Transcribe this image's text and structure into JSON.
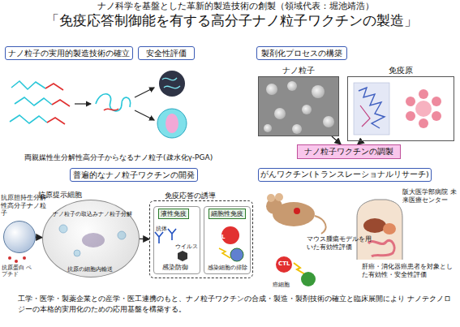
{
  "diagram": {
    "title": "「免疫応答制御能を有する高分子ナノ粒子ワクチンの製造」",
    "caption": "工学・医学・製薬企業との産学・医工連携のもと、ナノ粒子ワクチンの合成・製造・製剤技術の確立と臨床展開により ナノテクノロジーの本格的実用化のための応用基盤を構築する。",
    "nodes": [
      {
        "text": [
          "ナノ粒子の実用的製造技術の確立"
        ]
      },
      {
        "text": [
          "安全性評価"
        ]
      },
      {
        "text": [
          "製剤化プロセスの構築"
        ]
      },
      {
        "text": [
          "ナノ粒子"
        ]
      },
      {
        "text": [
          "免疫原"
        ]
      },
      {
        "text": [
          "ナノ粒子ワクチンの調製"
        ]
      },
      {
        "text": [
          "普遍的なナノ粒子ワクチンの開発"
        ]
      },
      {
        "text": [
          "抗原担持生分解性高分子ナノ粒子"
        ]
      },
      {
        "text": [
          "抗原提示細胞",
          "ナノ粒子の取込み",
          "ナノ粒子分解",
          "抗原の細胞内輸送"
        ]
      },
      {
        "text": [
          "免疫応答の誘導"
        ]
      },
      {
        "text": [
          "液性免疫",
          "抗体",
          "ウイルス",
          "感染防御"
        ],
        "in": 9
      },
      {
        "text": [
          "細胞性免疫",
          "CTL",
          "感染細胞の排除"
        ],
        "in": 9
      },
      {
        "text": [
          "がんワクチン(トランスレーショナルリサーチ)"
        ]
      }
    ],
    "edges": [
      {
        "from": 3,
        "to": 5,
        "arrow": "to"
      },
      {
        "from": 4,
        "to": 5,
        "arrow": "to"
      },
      {
        "from": 7,
        "to": 8,
        "arrow": "to"
      },
      {
        "from": 8,
        "to": 9,
        "arrow": "to"
      }
    ],
    "labels": [
      "ナノ科学を基盤とした革新的製造技術の創製（領域代表：堀池靖浩）",
      "両親媒性生分解性高分子からなるナノ粒子(疎水化γ-PGA)",
      "抗原蛋白 ペプチド",
      "マウス腫瘍モデルを用いた有効性評価",
      "阪大医学部病院 未来医療センター",
      "CTL",
      "癌細胞",
      "肝癌・消化器癌患者を対象とした有効性・安全性評価"
    ]
  }
}
